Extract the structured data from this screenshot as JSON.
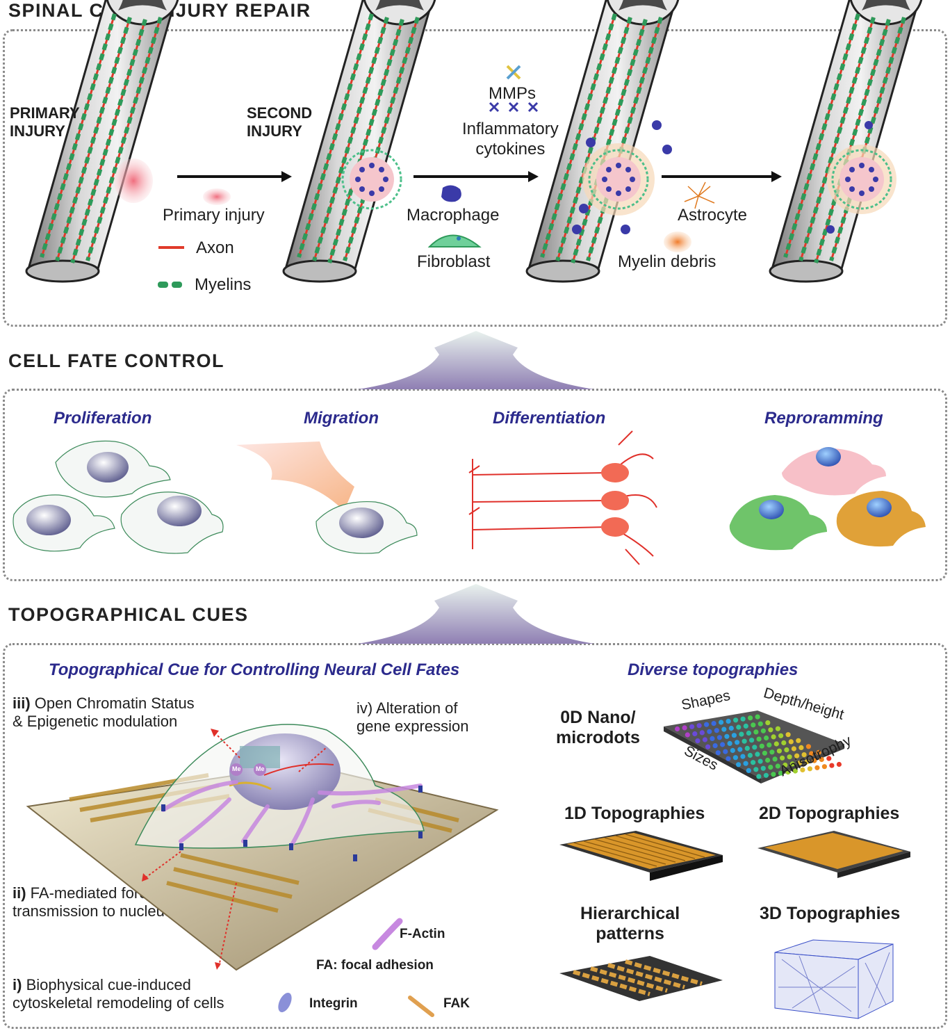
{
  "sections": {
    "spinal": "SPINAL CORD INJURY REPAIR",
    "fate": "CELL FATE CONTROL",
    "topo": "TOPOGRAPHICAL CUES"
  },
  "injury": {
    "primary": "PRIMARY\nINJURY",
    "second": "SECOND\nINJURY",
    "primary_injury": "Primary injury",
    "axon": "Axon",
    "myelins": "Myelins",
    "mmps": "MMPs",
    "cytokines": "Inflammatory\ncytokines",
    "macrophage": "Macrophage",
    "fibroblast": "Fibroblast",
    "astrocyte": "Astrocyte",
    "myelin_debris": "Myelin debris"
  },
  "fate": {
    "proliferation": "Proliferation",
    "migration": "Migration",
    "differentiation": "Differentiation",
    "reprogramming": "Reproramming"
  },
  "topo": {
    "left_title": "Topographical Cue for Controlling Neural Cell Fates",
    "right_title": "Diverse topographies",
    "iii_num": "iii)",
    "iii_text": " Open Chromatin Status\n& Epigenetic modulation",
    "iv_text": "iv) Alteration of\ngene expression",
    "ii_num": "ii)",
    "ii_text": " FA-mediated force\ntransmission to nucleus",
    "i_num": "i)",
    "i_text": " Biophysical cue-induced\ncytoskeletal remodeling of cells",
    "factin": "F-Actin",
    "fa": "FA: focal adhesion",
    "integrin": "Integrin",
    "fak": "FAK",
    "me": "Me",
    "nano": "0D Nano/\nmicrodots",
    "shapes": "Shapes",
    "depth": "Depth/height",
    "sizes": "Sizes",
    "aniso": "Anisotrophy",
    "d1": "1D Topographies",
    "d2": "2D Topographies",
    "hier": "Hierarchical\npatterns",
    "d3": "3D Topographies"
  },
  "colors": {
    "title_blue": "#2b2a8c",
    "axon_red": "#e03a2a",
    "myelin_green": "#2e9a5a",
    "macrophage": "#3a3aa8"
  }
}
